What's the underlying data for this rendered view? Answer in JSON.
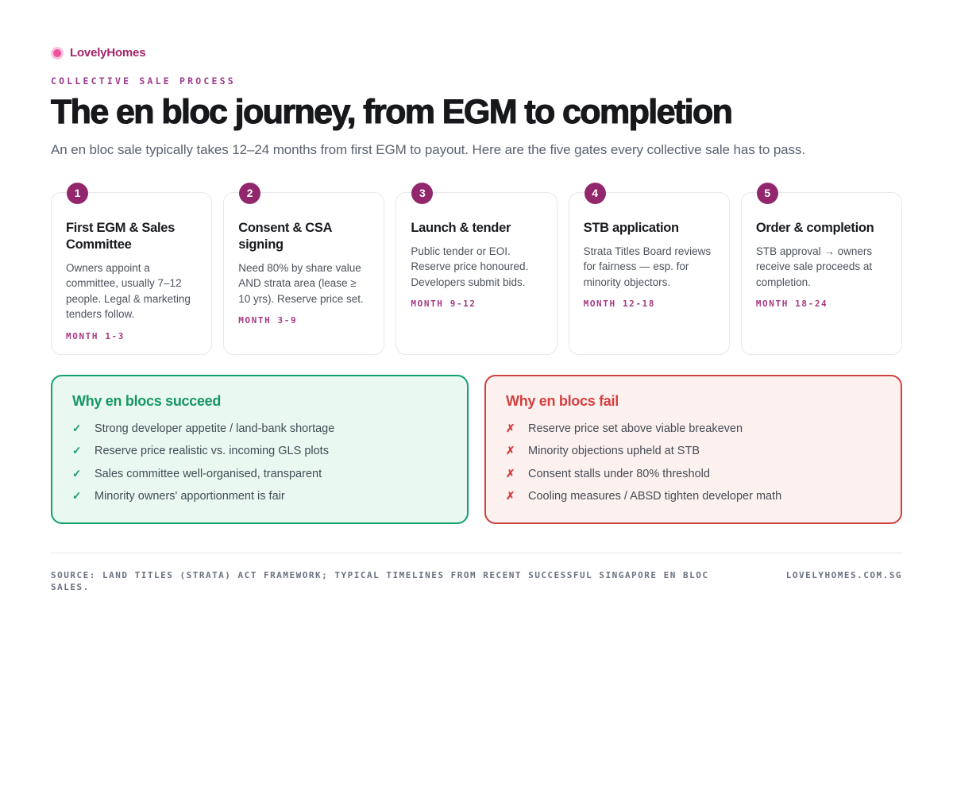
{
  "brand": {
    "name": "LovelyHomes"
  },
  "header": {
    "eyebrow": "COLLECTIVE SALE PROCESS",
    "title": "The en bloc journey, from EGM to completion",
    "subtitle": "An en bloc sale typically takes 12–24 months from first EGM to payout. Here are the five gates every collective sale has to pass."
  },
  "steps": [
    {
      "number": "1",
      "title": "First EGM & Sales Committee",
      "body": "Owners appoint a committee, usually 7–12 people. Legal & marketing tenders follow.",
      "month": "MONTH 1-3"
    },
    {
      "number": "2",
      "title": "Consent & CSA signing",
      "body": "Need 80% by share value AND strata area (lease ≥ 10 yrs). Reserve price set.",
      "month": "MONTH 3-9"
    },
    {
      "number": "3",
      "title": "Launch & tender",
      "body": "Public tender or EOI. Reserve price honoured. Developers submit bids.",
      "month": "MONTH 9-12"
    },
    {
      "number": "4",
      "title": "STB application",
      "body": "Strata Titles Board reviews for fairness — esp. for minority objectors.",
      "month": "MONTH 12-18"
    },
    {
      "number": "5",
      "title": "Order & completion",
      "body": "STB approval → owners receive sale proceeds at completion.",
      "month": "MONTH 18-24"
    }
  ],
  "succeed_box": {
    "title": "Why en blocs succeed",
    "icon": "✓",
    "items": [
      "Strong developer appetite / land-bank shortage",
      "Reserve price realistic vs. incoming GLS plots",
      "Sales committee well-organised, transparent",
      "Minority owners' apportionment is fair"
    ]
  },
  "fail_box": {
    "title": "Why en blocs fail",
    "icon": "✗",
    "items": [
      "Reserve price set above viable breakeven",
      "Minority objections upheld at STB",
      "Consent stalls under 80% threshold",
      "Cooling measures / ABSD tighten developer math"
    ]
  },
  "footer": {
    "source": "SOURCE: LAND TITLES (STRATA) ACT FRAMEWORK; TYPICAL TIMELINES FROM RECENT SUCCESSFUL SINGAPORE EN BLOC SALES.",
    "site": "LOVELYHOMES.COM.SG"
  },
  "colors": {
    "brand_pink": "#f0519f",
    "brand_text": "#a32568",
    "eyebrow_magenta": "#9c3a8c",
    "badge_magenta": "#93276d",
    "month_magenta": "#a63a86",
    "success_green": "#14a06c",
    "success_bg": "#e9f9f1",
    "fail_red": "#cc4240",
    "fail_bg": "#fdf1f0",
    "text_dark": "#17181b",
    "text_gray": "#4c525c"
  }
}
